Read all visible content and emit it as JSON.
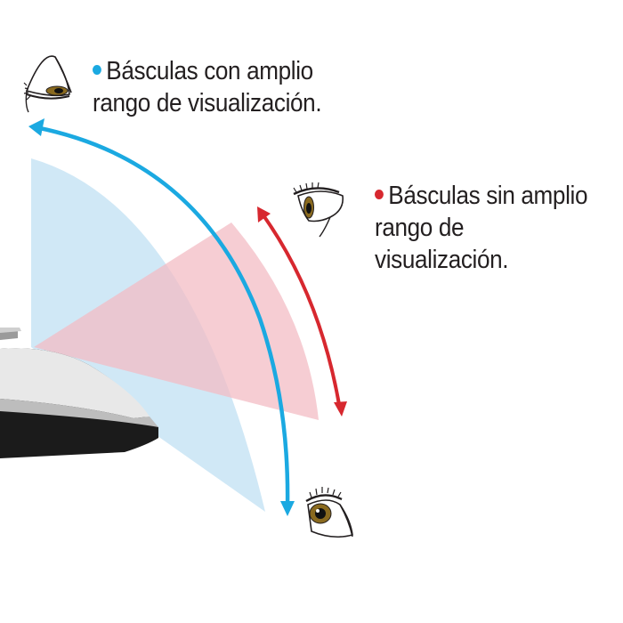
{
  "legend": {
    "wide": {
      "line1": "Básculas con amplio",
      "line2": "rango de visualización.",
      "color": "#1ba9e1"
    },
    "narrow": {
      "line1": "Básculas sin amplio",
      "line2": "rango de visualización.",
      "color": "#d7282f"
    }
  },
  "colors": {
    "wide_zone_fill": "#cde7f6",
    "narrow_zone_fill": "#f3bcc4",
    "overlap_fill": "#d9c8d3",
    "scale_body_top": "#e6e6e6",
    "scale_body_dark": "#1b1b1b",
    "eye_iris": "#8a6a1f"
  },
  "icons": [
    "eye-icon",
    "double-headed-arrow-icon"
  ]
}
